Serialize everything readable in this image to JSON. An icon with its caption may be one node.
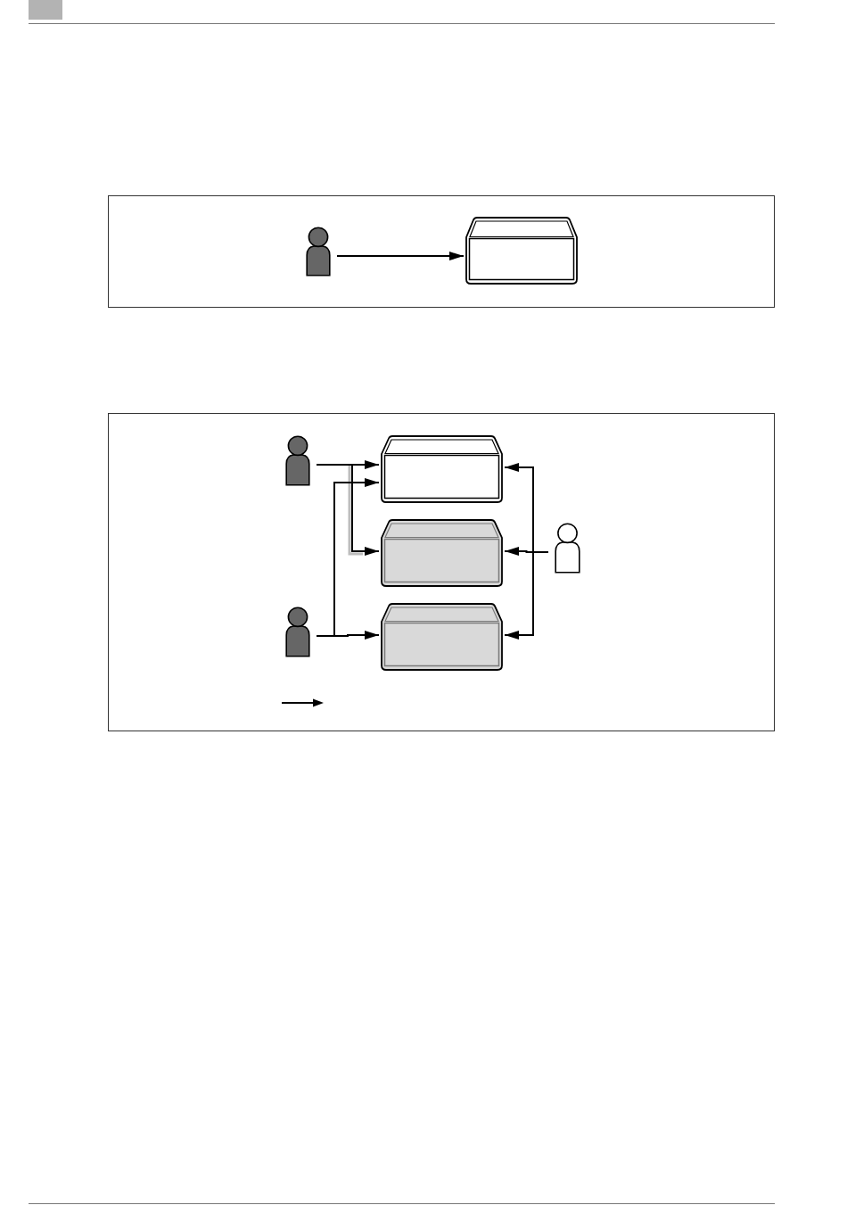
{
  "diagram": {
    "nodes": [
      {
        "text": [],
        "shape": "box"
      },
      {
        "text": [],
        "shape": "person",
        "in": 0
      },
      {
        "text": [],
        "shape": "picture",
        "in": 0
      },
      {
        "text": [],
        "shape": "box"
      },
      {
        "text": [],
        "shape": "person",
        "in": 3
      },
      {
        "text": [],
        "shape": "picture",
        "in": 3
      },
      {
        "text": [],
        "shape": "picture",
        "in": 3
      },
      {
        "text": [],
        "shape": "person",
        "in": 3
      },
      {
        "text": [],
        "shape": "person",
        "in": 3
      },
      {
        "text": [],
        "shape": "picture",
        "in": 3
      }
    ],
    "edges": [
      {
        "from": 1,
        "to": 2,
        "arrow": "to"
      },
      {
        "from": 4,
        "to": 5,
        "arrow": "to"
      },
      {
        "from": 4,
        "to": 6,
        "arrow": "to"
      },
      {
        "from": 8,
        "to": 9,
        "arrow": "to"
      },
      {
        "from": 8,
        "to": 5,
        "arrow": "to"
      },
      {
        "from": 7,
        "to": 5,
        "arrow": "to"
      },
      {
        "from": 7,
        "to": 6,
        "arrow": "to"
      },
      {
        "from": 7,
        "to": 9,
        "arrow": "to"
      }
    ]
  }
}
